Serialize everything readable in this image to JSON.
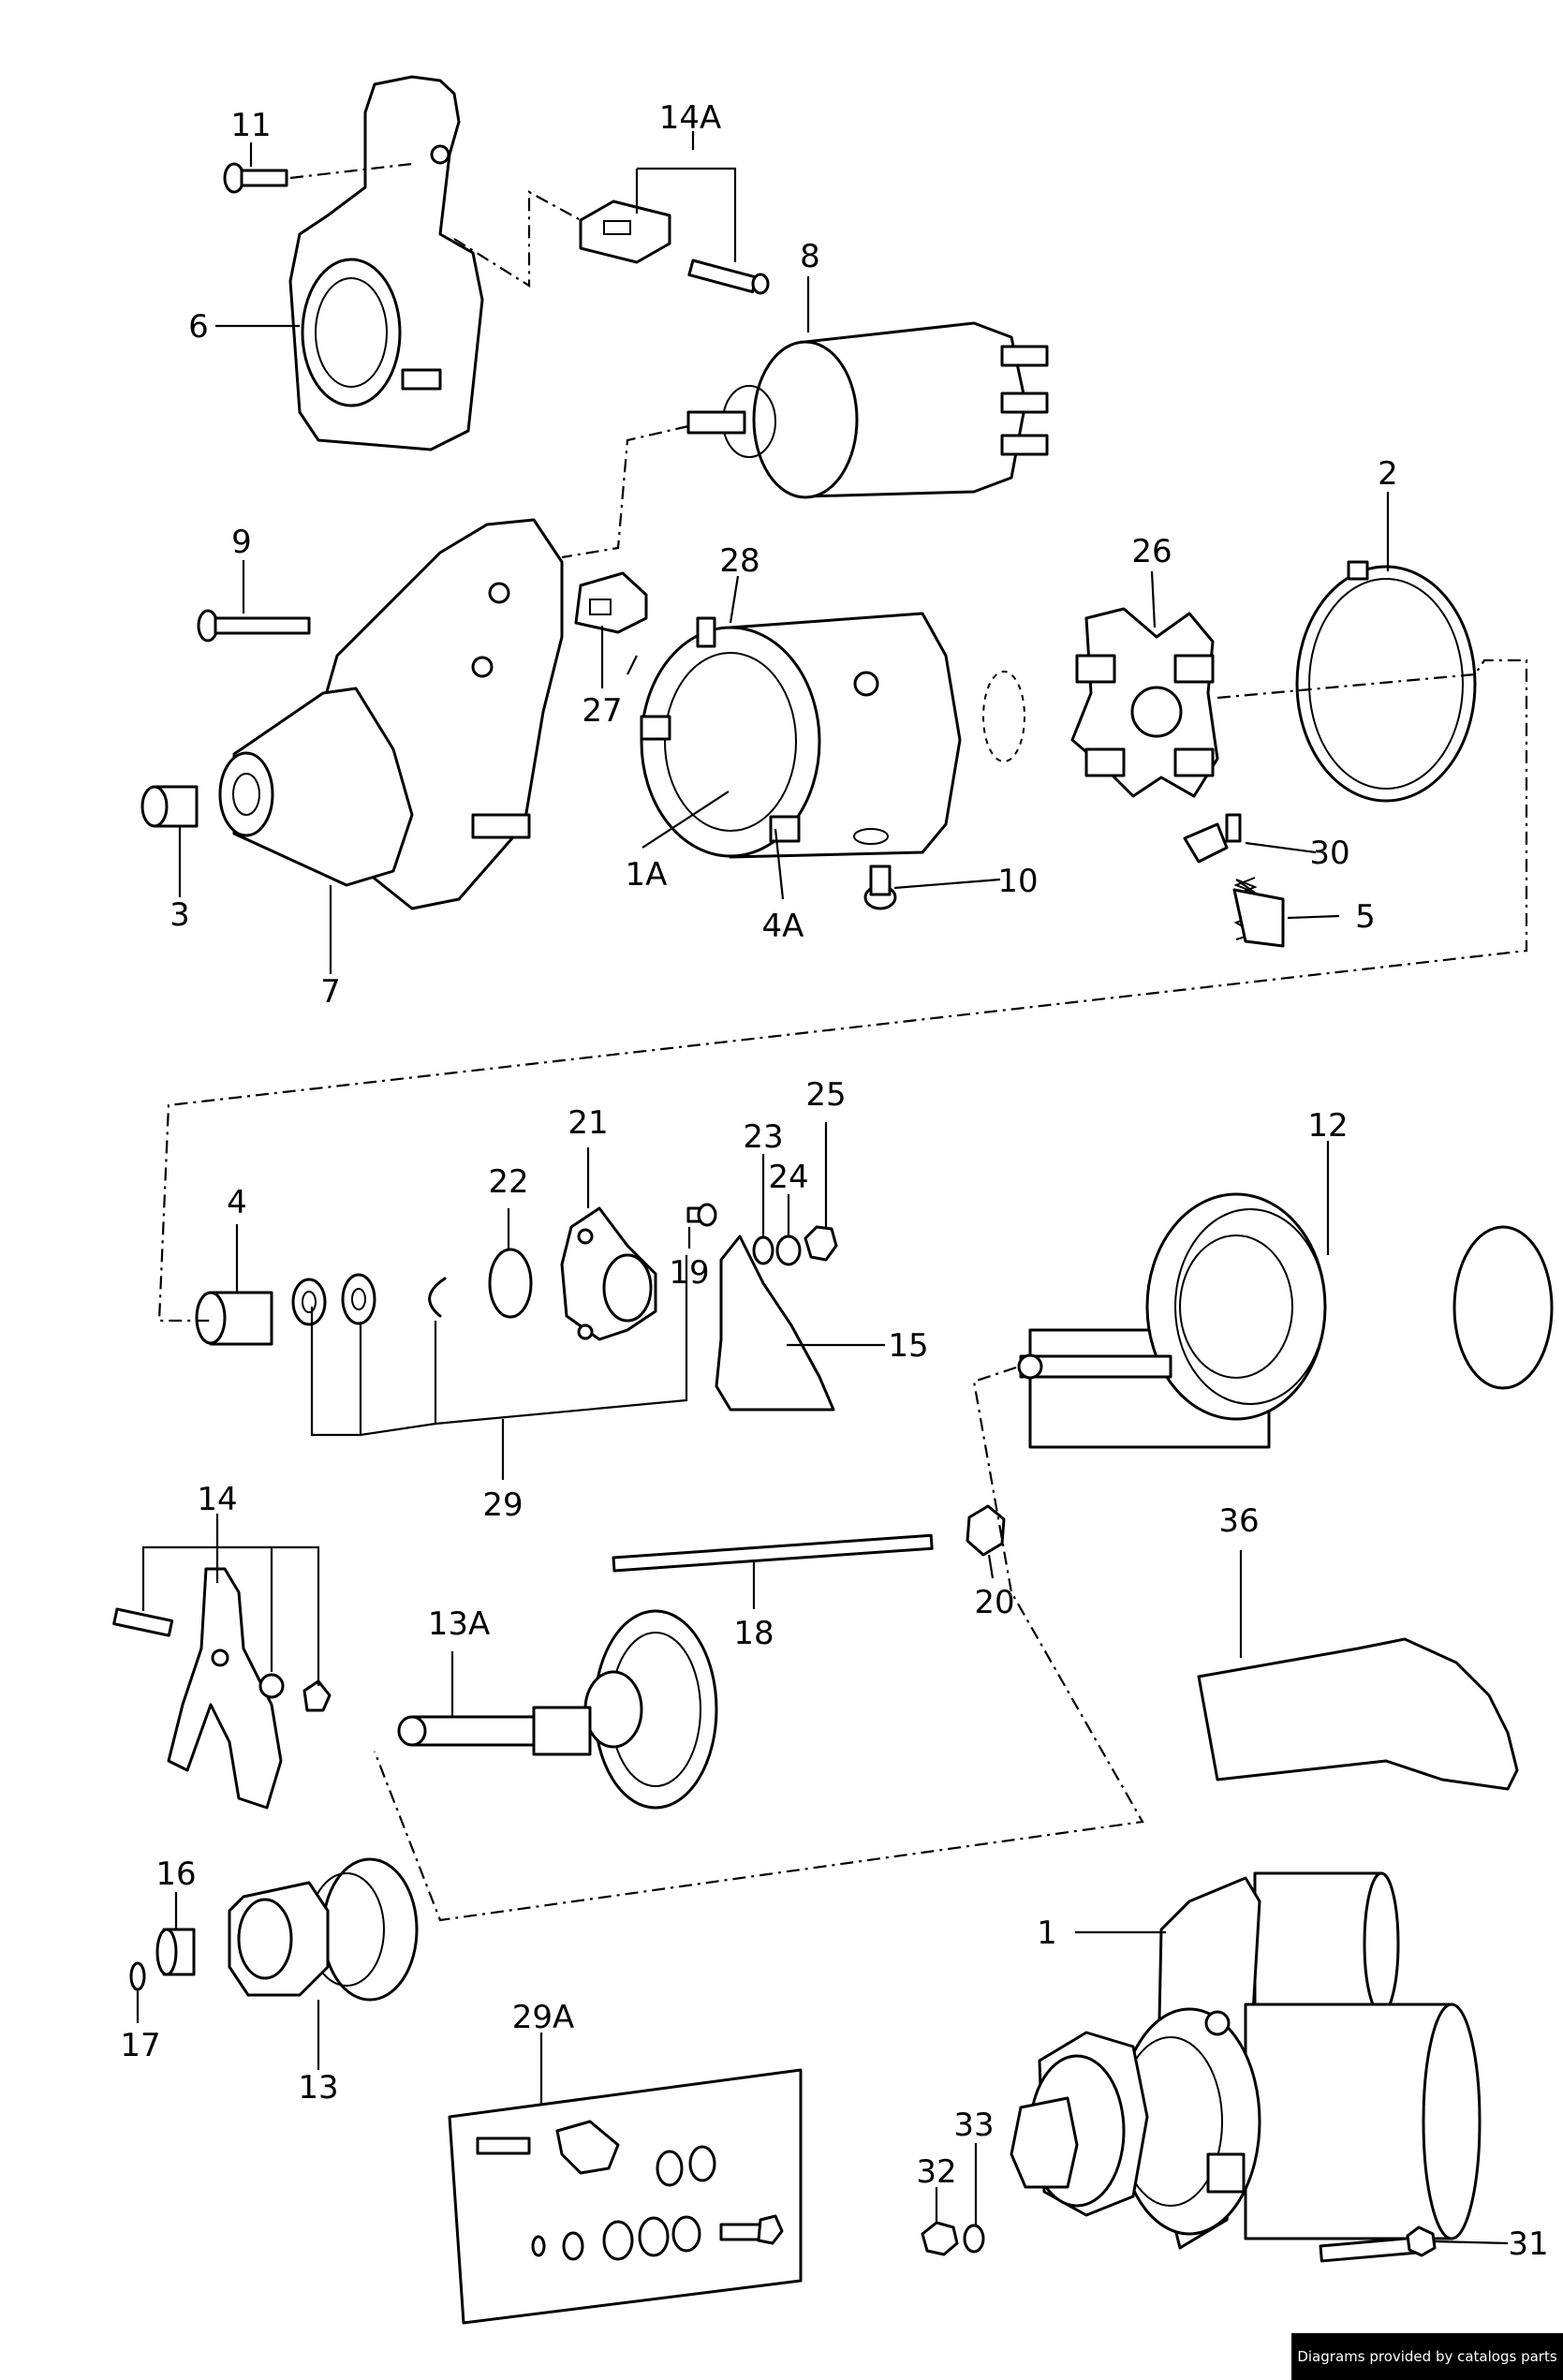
{
  "callouts": {
    "c11": "11",
    "c14A": "14A",
    "c8": "8",
    "c6": "6",
    "c9": "9",
    "c28": "28",
    "c26": "26",
    "c2": "2",
    "c27": "27",
    "c1A": "1A",
    "c4A": "4A",
    "c10": "10",
    "c30": "30",
    "c5": "5",
    "c3": "3",
    "c7": "7",
    "c4": "4",
    "c22": "22",
    "c21": "21",
    "c23": "23",
    "c24": "24",
    "c25": "25",
    "c19": "19",
    "c15": "15",
    "c12": "12",
    "c29": "29",
    "c14": "14",
    "c18": "18",
    "c20": "20",
    "c36": "36",
    "c13A": "13A",
    "c16": "16",
    "c17": "17",
    "c13": "13",
    "c29A": "29A",
    "c1": "1",
    "c33": "33",
    "c32": "32",
    "c31": "31"
  },
  "credit": "Diagrams provided by catalogs parts"
}
